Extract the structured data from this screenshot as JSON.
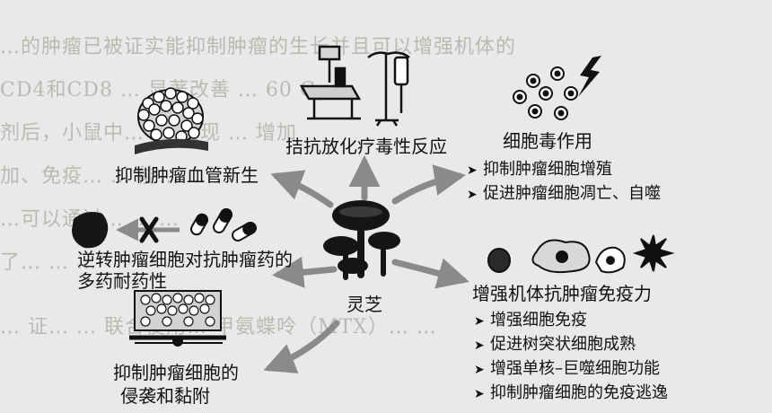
{
  "background_text": [
    "…的肿瘤已被证实能抑制肿瘤的生长并且可以增强机体的",
    "CD4和CD8  …  显著改善 …  60 Gy …",
    "剂后，小鼠中…  …  发现  …  增加",
    "加、免疫…  …  能…  …  …",
    "…可以通过…  …  …",
    "了…  …  …",
    "…  证…  …  联合使用…  甲氨蝶呤（MTX）…  …"
  ],
  "center": {
    "label": "灵芝"
  },
  "nodes": {
    "angiogenesis": {
      "label": "抑制肿瘤血管新生"
    },
    "radiochemo": {
      "label": "拮抗放化疗毒性反应"
    },
    "cytotoxic": {
      "label": "细胞毒作用",
      "bullets": [
        "抑制肿瘤细胞增殖",
        "促进肿瘤细胞凋亡、自噬"
      ]
    },
    "mdr": {
      "label_line1": "逆转肿瘤细胞对抗肿瘤药的",
      "label_line2": "多药耐药性"
    },
    "immunity": {
      "label": "增强机体抗肿瘤免疫力",
      "bullets": [
        "增强细胞免疫",
        "促进树突状细胞成熟",
        "增强单核–巨噬细胞功能",
        "抑制肿瘤细胞的免疫逃逸"
      ]
    },
    "invasion": {
      "label_line1": "抑制肿瘤细胞的",
      "label_line2": "侵袭和黏附"
    }
  },
  "colors": {
    "background": "#e9e9e7",
    "ink": "#111111",
    "arrow": "#8a8a88",
    "faint": "#b9b9b6"
  },
  "icons": [
    "reishi-mushroom-icon",
    "tumor-cluster-icon",
    "radiotherapy-machine-icon",
    "iv-drip-icon",
    "cell-cluster-icon",
    "lightning-icon",
    "cancel-cross-icon",
    "capsule-icon",
    "tissue-layer-icon",
    "immune-cells-icon"
  ]
}
